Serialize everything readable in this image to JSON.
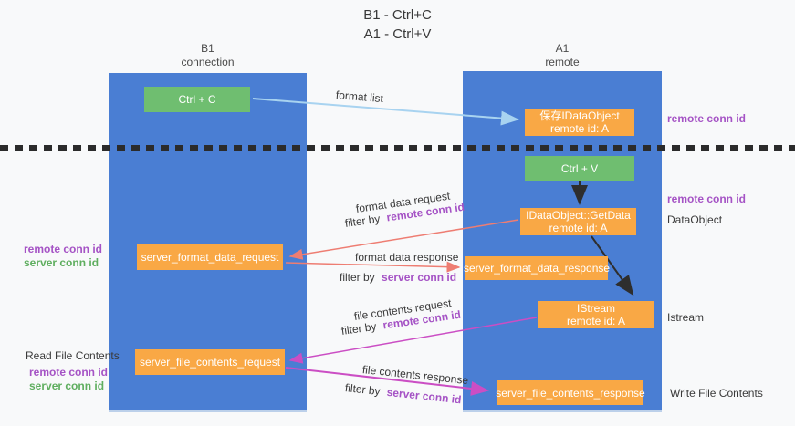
{
  "colors": {
    "lane_blue": "#4a7ed3",
    "box_orange": "#f9a845",
    "box_green": "#6fbe70",
    "purple_text": "#a553c5",
    "green_text": "#5fae5f",
    "arrow_blue": "#a8d3f0",
    "arrow_black": "#2e2e2e",
    "arrow_red": "#ee7d72",
    "arrow_magenta": "#cb4ec4",
    "dashed_line": "#2b2b2b"
  },
  "title": {
    "line1": "B1 - Ctrl+C",
    "line2": "A1 - Ctrl+V"
  },
  "lanes": {
    "left": {
      "header1": "B1",
      "header2": "connection"
    },
    "right": {
      "header1": "A1",
      "header2": "remote"
    }
  },
  "nodes": {
    "ctrl_c": "Ctrl + C",
    "ctrl_v": "Ctrl + V",
    "save_dataobject": {
      "line1": "保存IDataObject",
      "line2": "remote id: A"
    },
    "getdata": {
      "line1": "IDataObject::GetData",
      "line2": "remote id: A"
    },
    "istream": {
      "line1": "IStream",
      "line2": "remote id: A"
    },
    "server_format_data_request": "server_format_data_request",
    "server_format_data_response": "server_format_data_response",
    "server_file_contents_request": "server_file_contents_request",
    "server_file_contents_response": "server_file_contents_response"
  },
  "arrow_labels": {
    "format_list": "format list",
    "format_data_request": "format data request",
    "format_data_response": "format data response",
    "file_contents_request": "file contents request",
    "file_contents_response": "file contents response",
    "filter_by": "filter by",
    "remote_conn_id": "remote conn id",
    "server_conn_id": "server conn id"
  },
  "side_labels": {
    "right_remote_conn_id_top": "remote conn id",
    "right_remote_conn_id_mid": "remote conn id",
    "dataobject": "DataObject",
    "istream": "Istream",
    "write_file_contents": "Write File Contents",
    "left_remote_conn_id_top": "remote conn id",
    "left_server_conn_id_top": "server conn id",
    "read_file_contents": "Read File Contents",
    "left_remote_conn_id_bottom": "remote conn id",
    "left_server_conn_id_bottom": "server conn id"
  }
}
